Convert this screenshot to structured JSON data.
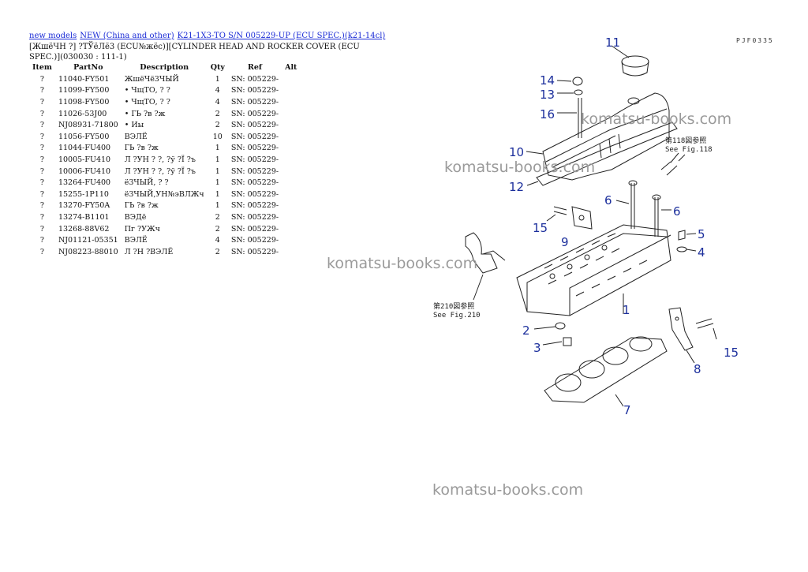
{
  "breadcrumbs": [
    "new models",
    "NEW (China and other)",
    "K21-1X3-TO S/N 005229-UP (ECU SPEC.)(k21-14cl)"
  ],
  "subtitle": "[ЖшёЧН ?] ?ТЎёЛё3 (ECU№жёс)][CYLINDER HEAD AND ROCKER COVER (ECU SPEC.)](030030 : 111-1)",
  "table": {
    "headers": [
      "Item",
      "PartNo",
      "Description",
      "Qty",
      "Ref",
      "Alt"
    ],
    "rows": [
      {
        "item": "?",
        "partno": "11040-FY501",
        "desc": "ЖшёЧё3ЧЫЙ",
        "qty": "1",
        "ref": "SN: 005229-",
        "alt": ""
      },
      {
        "item": "?",
        "partno": "11099-FY500",
        "desc": "• ЧщТО, ? ?",
        "qty": "4",
        "ref": "SN: 005229-",
        "alt": ""
      },
      {
        "item": "?",
        "partno": "11098-FY500",
        "desc": "• ЧщТО, ? ?",
        "qty": "4",
        "ref": "SN: 005229-",
        "alt": ""
      },
      {
        "item": "?",
        "partno": "11026-53J00",
        "desc": "• ГЬ ?в ?ж",
        "qty": "2",
        "ref": "SN: 005229-",
        "alt": ""
      },
      {
        "item": "?",
        "partno": "NJ08931-71800",
        "desc": "• Иы",
        "qty": "2",
        "ref": "SN: 005229-",
        "alt": ""
      },
      {
        "item": "?",
        "partno": "11056-FY500",
        "desc": "ВЭЛЁ",
        "qty": "10",
        "ref": "SN: 005229-",
        "alt": ""
      },
      {
        "item": "?",
        "partno": "11044-FU400",
        "desc": "ГЬ ?в ?ж",
        "qty": "1",
        "ref": "SN: 005229-",
        "alt": ""
      },
      {
        "item": "?",
        "partno": "10005-FU410",
        "desc": "Л ?УН ? ?, ?ў ?Ї ?ъ",
        "qty": "1",
        "ref": "SN: 005229-",
        "alt": ""
      },
      {
        "item": "?",
        "partno": "10006-FU410",
        "desc": "Л ?УН ? ?, ?ў ?Ї ?ъ",
        "qty": "1",
        "ref": "SN: 005229-",
        "alt": ""
      },
      {
        "item": "?",
        "partno": "13264-FU400",
        "desc": "ё3ЧЫЙ, ? ?",
        "qty": "1",
        "ref": "SN: 005229-",
        "alt": ""
      },
      {
        "item": "?",
        "partno": "15255-1P110",
        "desc": "ё3ЧЫЙ,УН№эВЛЖч",
        "qty": "1",
        "ref": "SN: 005229-",
        "alt": ""
      },
      {
        "item": "?",
        "partno": "13270-FY50A",
        "desc": "ГЬ ?в ?ж",
        "qty": "1",
        "ref": "SN: 005229-",
        "alt": ""
      },
      {
        "item": "?",
        "partno": "13274-B1101",
        "desc": "ВЭДё",
        "qty": "2",
        "ref": "SN: 005229-",
        "alt": ""
      },
      {
        "item": "?",
        "partno": "13268-88V62",
        "desc": "Пг ?УЖч",
        "qty": "2",
        "ref": "SN: 005229-",
        "alt": ""
      },
      {
        "item": "?",
        "partno": "NJ01121-05351",
        "desc": "ВЭЛЁ",
        "qty": "4",
        "ref": "SN: 005229-",
        "alt": ""
      },
      {
        "item": "?",
        "partno": "NJ08223-88010",
        "desc": "Л ?Н ?ВЭЛЁ",
        "qty": "2",
        "ref": "SN: 005229-",
        "alt": ""
      }
    ]
  },
  "figure_code": "PJF0335",
  "watermark": "komatsu-books.com",
  "callouts": [
    "11",
    "14",
    "13",
    "16",
    "10",
    "12",
    "6",
    "6",
    "15",
    "9",
    "5",
    "4",
    "1",
    "2",
    "3",
    "8",
    "15",
    "7"
  ],
  "see_fig_118": {
    "jp": "第118図参照",
    "en": "See Fig.118"
  },
  "see_fig_210": {
    "jp": "第210図参照",
    "en": "See Fig.210"
  },
  "colors": {
    "link": "#1a2bd6",
    "callout": "#1c2f9c",
    "watermark": "#9a9a9a"
  }
}
